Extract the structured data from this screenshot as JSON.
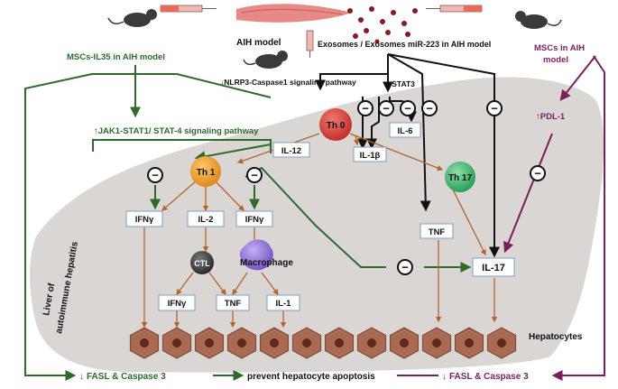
{
  "top": {
    "mscs_il35_label": "MSCs-IL35 in AIH model",
    "aih_model_label": "AIH model",
    "exosomes_label": "Exosomes / Exosomes miR-223 in AIH model",
    "mscs_label_line1": "MSCs in AIH",
    "mscs_label_line2": "model"
  },
  "pathways": {
    "nlrp3_arrow": "↓",
    "nlrp3": "NLRP3-Caspase1 signaling pathway",
    "stat3_arrow": "↓",
    "stat3": "STAT3",
    "jak_arrow": "↑",
    "jak": "JAK1-STAT1/ STAT-4 signaling pathway",
    "pdl1_arrow": "↑",
    "pdl1": "PDL-1"
  },
  "cells": {
    "th0": "Th 0",
    "th1": "Th 1",
    "th17": "Th 17",
    "ctl": "CTL",
    "macrophage": "Macrophage",
    "hepatocytes": "Hepatocytes"
  },
  "cytokines": {
    "il12": "IL-12",
    "il6": "IL-6",
    "il1b": "IL-1β",
    "tnf_th17": "TNF",
    "il17": "IL-17",
    "ifng_left": "IFNγ",
    "il2": "IL-2",
    "ifng_mid": "IFNγ",
    "ifng_ctl": "IFNγ",
    "tnf_mid": "TNF",
    "il1": "IL-1"
  },
  "inhibit_symbol": "−",
  "liver": {
    "line1": "Liver of",
    "line2": "autoimmune hepatitis"
  },
  "bottom": {
    "fasl_left_arrow": "↓",
    "fasl_left": "FASL & Caspase 3",
    "prevent": "prevent hepatocyte apoptosis",
    "fasl_right_arrow": "↓",
    "fasl_right": "FASL & Caspase 3"
  },
  "colors": {
    "green": "#2e6b2a",
    "purple": "#7a1f5c",
    "black": "#111111",
    "orange": "#b5652a",
    "liver_gray": "#d9d6d4",
    "box_border": "#7e9fc8",
    "th0": "#d9443f",
    "th1": "#f0a030",
    "th17": "#3db86e",
    "ctl": "#4a4a4a",
    "macrophage": "#8e6fd6",
    "hepatocyte": "#a86a52"
  }
}
